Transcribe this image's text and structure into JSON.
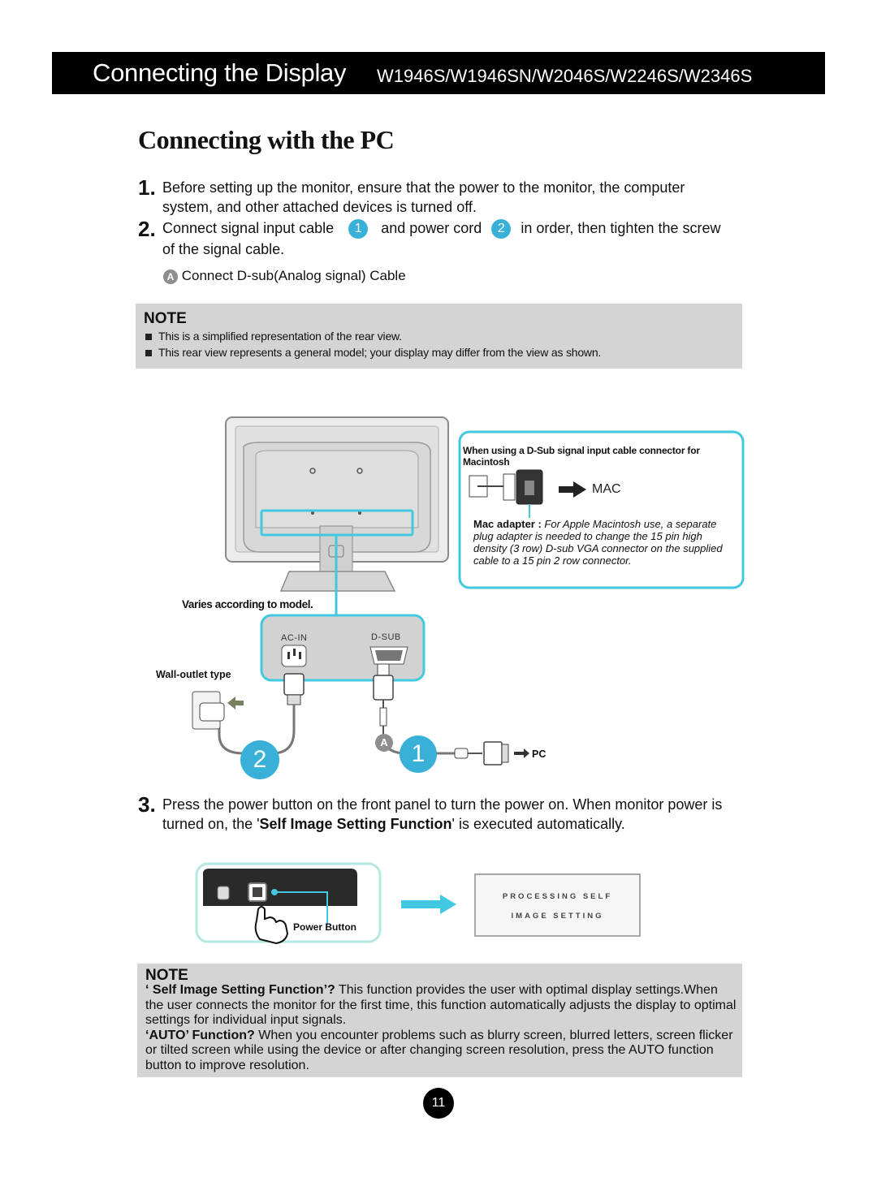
{
  "header": {
    "title": "Connecting the Display",
    "models": "W1946S/W1946SN/W2046S/W2246S/W2346S"
  },
  "section_title": "Connecting with the PC",
  "steps": [
    {
      "number": "1.",
      "text": "Before setting up the monitor, ensure that the power to the monitor, the computer system, and other attached devices is turned off."
    },
    {
      "number": "2.",
      "part1": "Connect signal input cable",
      "marker1": "1",
      "part2": "and power cord",
      "marker2": "2",
      "part3": "in order, then tighten the screw",
      "part4": "of the signal cable."
    },
    {
      "number": "3.",
      "part1": "Press the power button on the front panel to turn the power on. When monitor power is turned on, the '",
      "bold": "Self Image Setting Function",
      "part2": "' is executed automatically."
    }
  ],
  "sub_item": {
    "marker": "A",
    "text": "Connect D-sub(Analog signal) Cable"
  },
  "note1": {
    "label": "NOTE",
    "items": [
      "This is a simplified representation of the rear view.",
      "This rear view represents a general model; your display may differ from the view as shown."
    ]
  },
  "diagram": {
    "varies_label": "Varies according to model.",
    "wall_outlet_label": "Wall-outlet type",
    "ac_in_label": "AC-IN",
    "dsub_label": "D-SUB",
    "callout_1": "1",
    "callout_2": "2",
    "callout_a": "A",
    "pc_label": "PC",
    "mac_box": {
      "title": "When using a D-Sub signal input cable connector for Macintosh",
      "mac_label": "MAC",
      "adapter_bold": "Mac adapter : ",
      "adapter_text": "For Apple Macintosh use, a separate plug adapter is needed to change the 15 pin high density (3 row) D-sub VGA connector on the supplied cable to a 15 pin 2 row connector."
    },
    "power_button_label": "Power Button",
    "osd_line1": "PROCESSING SELF",
    "osd_line2": "IMAGE SETTING"
  },
  "note2": {
    "label": "NOTE",
    "q1_bold": "‘ Self Image Setting Function’?",
    "q1_text": " This function provides the user with optimal display settings.When the user connects the monitor for the first time, this function automatically adjusts the display to optimal settings for individual input signals.",
    "q2_bold": "‘AUTO’ Function?",
    "q2_text": " When you encounter problems such as blurry screen, blurred letters, screen flicker or tilted screen while using the device or after changing screen resolution, press the AUTO function button to improve resolution."
  },
  "page_number": "11",
  "colors": {
    "accent": "#39b0d8",
    "note_bg": "#d4d4d4",
    "header_bg": "#000000",
    "highlight": "#42c8e0"
  }
}
